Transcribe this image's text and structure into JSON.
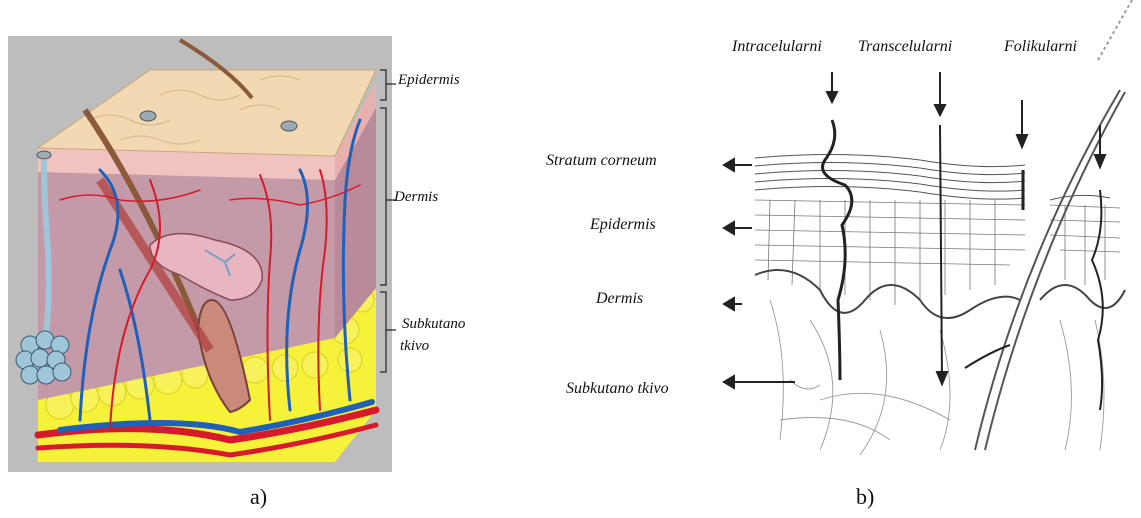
{
  "figure_a": {
    "labels": {
      "epidermis": "Epidermis",
      "dermis": "Dermis",
      "subkutano_line1": "Subkutano",
      "subkutano_line2": "tkivo"
    },
    "caption": "a)"
  },
  "figure_b": {
    "pathways": {
      "intracelularni": "Intracelularni",
      "transcelularni": "Transcelularni",
      "folikularni": "Folikularni"
    },
    "layers": {
      "stratum_corneum": "Stratum corneum",
      "epidermis": "Epidermis",
      "dermis": "Dermis",
      "subkutano_tkivo": "Subkutano tkivo"
    },
    "caption": "b)"
  },
  "colors": {
    "panel_bg": "#bdbdbd",
    "skin_top": "#f2d9b3",
    "epidermis_pink": "#f0c3c0",
    "dermis": "#c59aa8",
    "fat_yellow": "#f6f23a",
    "artery_red": "#d61a2c",
    "vein_blue": "#2060b8",
    "hair_brown": "#8a5a3a"
  }
}
